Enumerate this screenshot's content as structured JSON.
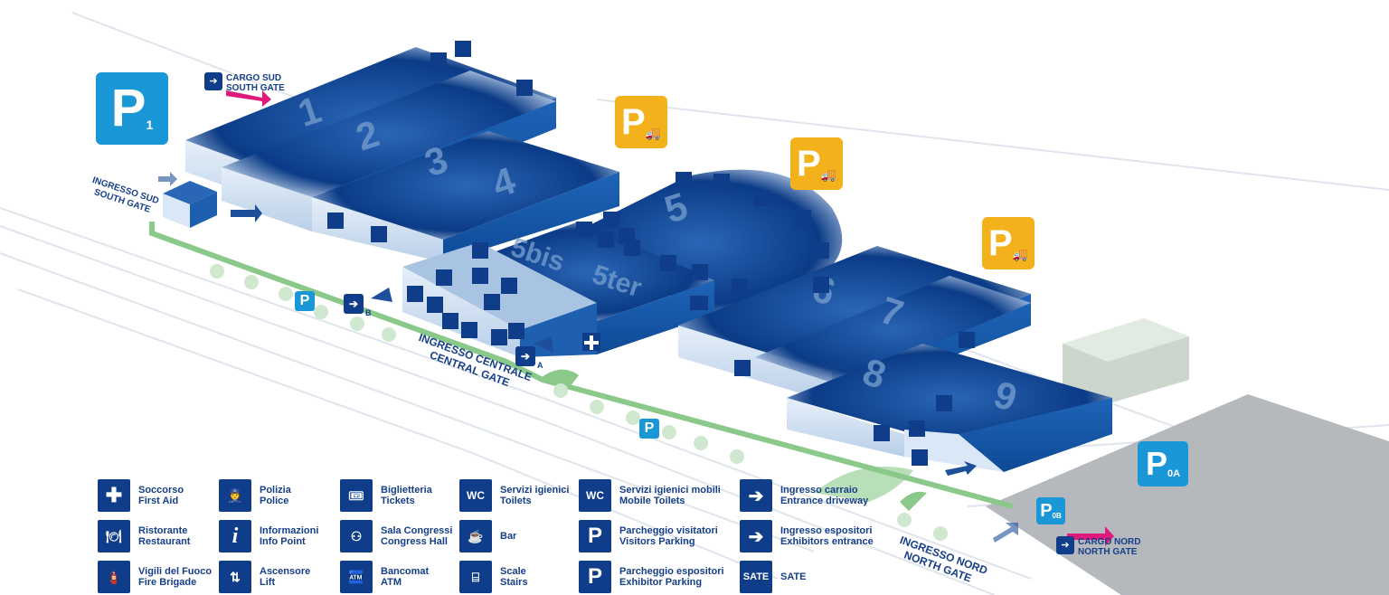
{
  "halls": [
    {
      "id": "hall-1",
      "label": "1"
    },
    {
      "id": "hall-2",
      "label": "2"
    },
    {
      "id": "hall-3",
      "label": "3"
    },
    {
      "id": "hall-4",
      "label": "4"
    },
    {
      "id": "hall-5",
      "label": "5"
    },
    {
      "id": "hall-5bis",
      "label": "5bis"
    },
    {
      "id": "hall-5ter",
      "label": "5ter"
    },
    {
      "id": "hall-6",
      "label": "6"
    },
    {
      "id": "hall-7",
      "label": "7"
    },
    {
      "id": "hall-8",
      "label": "8"
    },
    {
      "id": "hall-9",
      "label": "9"
    }
  ],
  "parking": {
    "p1": {
      "letter": "P",
      "sub": "1"
    },
    "p0a": {
      "letter": "P",
      "sub": "0A"
    },
    "p0b": {
      "letter": "P",
      "sub": "0B"
    },
    "visitors": "P"
  },
  "gates": {
    "cargo_sud": {
      "line1": "CARGO SUD",
      "line2": "SOUTH GATE"
    },
    "ingresso_sud": {
      "line1": "INGRESSO SUD",
      "line2": "SOUTH GATE"
    },
    "ingresso_centrale": {
      "line1": "INGRESSO CENTRALE",
      "line2": "CENTRAL GATE"
    },
    "ingresso_nord": {
      "line1": "INGRESSO NORD",
      "line2": "NORTH GATE"
    },
    "cargo_nord": {
      "line1": "CARGO NORD",
      "line2": "NORTH GATE"
    },
    "gate_a": "A",
    "gate_b": "B"
  },
  "icons": {
    "wc": "WC",
    "sate": "SATE"
  },
  "legend": [
    {
      "icon": "first-aid-icon",
      "glyph": "✚",
      "it": "Soccorso",
      "en": "First Aid"
    },
    {
      "icon": "restaurant-icon",
      "glyph": "🍽",
      "it": "Ristorante",
      "en": "Restaurant"
    },
    {
      "icon": "fire-brigade-icon",
      "glyph": "🧯",
      "it": "Vigili del Fuoco",
      "en": "Fire Brigade"
    },
    {
      "icon": "police-icon",
      "glyph": "👮",
      "it": "Polizia",
      "en": "Police"
    },
    {
      "icon": "info-icon",
      "glyph": "i",
      "it": "Informazioni",
      "en": "Info Point"
    },
    {
      "icon": "lift-icon",
      "glyph": "⇅",
      "it": "Ascensore",
      "en": "Lift"
    },
    {
      "icon": "tickets-icon",
      "glyph": "🎟",
      "it": "Biglietteria",
      "en": "Tickets"
    },
    {
      "icon": "congress-hall-icon",
      "glyph": "⚇",
      "it": "Sala Congressi",
      "en": "Congress Hall"
    },
    {
      "icon": "atm-icon",
      "glyph": "🏧",
      "it": "Bancomat",
      "en": "ATM"
    },
    {
      "icon": "toilets-icon",
      "glyph": "WC",
      "it": "Servizi igienici",
      "en": "Toilets"
    },
    {
      "icon": "bar-icon",
      "glyph": "☕",
      "it": "Bar",
      "en": ""
    },
    {
      "icon": "stairs-icon",
      "glyph": "⌸",
      "it": "Scale",
      "en": "Stairs"
    },
    {
      "icon": "mobile-toilets-icon",
      "glyph": "WC",
      "it": "Servizi igienici mobili",
      "en": "Mobile Toilets"
    },
    {
      "icon": "visitors-parking-icon",
      "glyph": "P",
      "it": "Parcheggio visitatori",
      "en": "Visitors Parking"
    },
    {
      "icon": "exhibitor-parking-icon",
      "glyph": "P",
      "it": "Parcheggio espositori",
      "en": "Exhibitor Parking"
    },
    {
      "icon": "entrance-driveway-icon",
      "glyph": "➔",
      "it": "Ingresso carraio",
      "en": "Entrance driveway"
    },
    {
      "icon": "exhibitors-entrance-icon",
      "glyph": "➔",
      "it": "Ingresso espositori",
      "en": "Exhibitors entrance"
    },
    {
      "icon": "sate-icon",
      "glyph": "SATE",
      "it": "SATE",
      "en": ""
    }
  ],
  "colors": {
    "hall_dark": "#0b3b86",
    "hall_mid": "#1f5fb0",
    "hall_light": "#d9e7f6",
    "parking_blue": "#1a97d6",
    "parking_yellow": "#f3b21b",
    "path_green": "#7fc07f",
    "cargo_pink": "#e0197d",
    "text_blue": "#163f88"
  }
}
